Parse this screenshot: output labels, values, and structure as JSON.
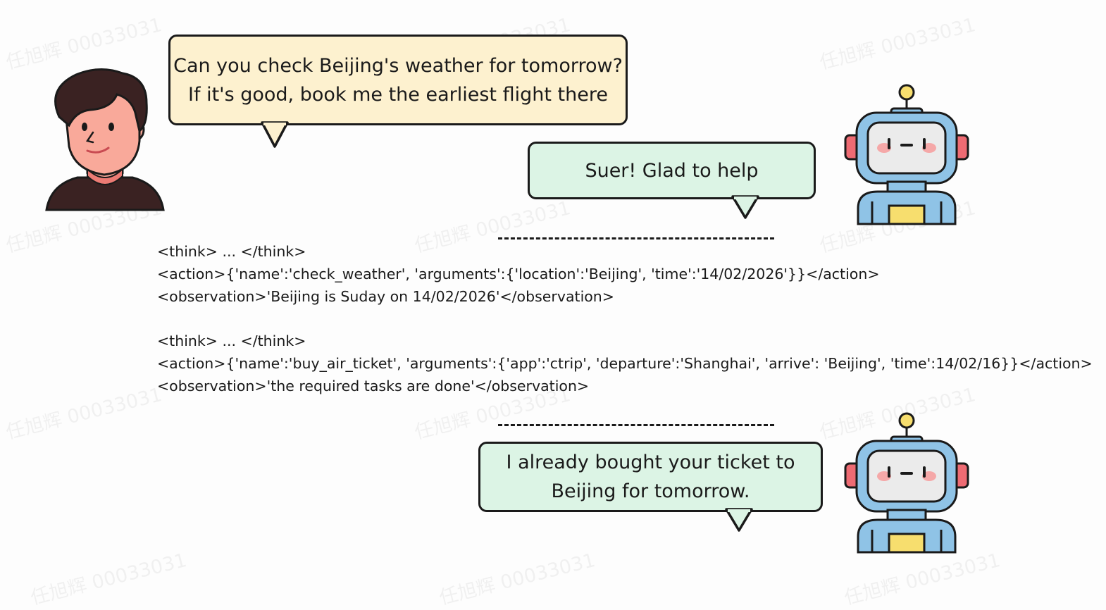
{
  "watermark_text": "任旭辉 00033031",
  "user_message": "Can you check Beijing's weather for tomorrow?\nIf it's good, book me the earliest flight there",
  "bot_reply_1": "Suer! Glad to help",
  "trace_1": {
    "think": "<think> ... </think>",
    "action": "<action>{'name':'check_weather', 'arguments':{'location':'Beijing', 'time':'14/02/2026'}}</action>",
    "observation": "<observation>'Beijing is Suday on 14/02/2026'</observation>"
  },
  "trace_2": {
    "think": "<think> ... </think>",
    "action": "<action>{'name':'buy_air_ticket', 'arguments':{'app':'ctrip', 'departure':'Shanghai', 'arrive': 'Beijing', 'time':14/02/16}}</action>",
    "observation": "<observation>'the required tasks are done'</observation>"
  },
  "bot_reply_2": "I already bought your ticket to\nBeijing for tomorrow.",
  "icons": {
    "user": "user-avatar-icon",
    "robot": "robot-avatar-icon"
  },
  "colors": {
    "user_bubble": "#fdf1cf",
    "bot_bubble": "#dcf4e5",
    "outline": "#1a1a1a",
    "robot_body": "#8fc3e6",
    "robot_accent": "#f7de6e",
    "robot_ear": "#ee6b73",
    "skin": "#f9a99a",
    "hair": "#3a2222"
  }
}
